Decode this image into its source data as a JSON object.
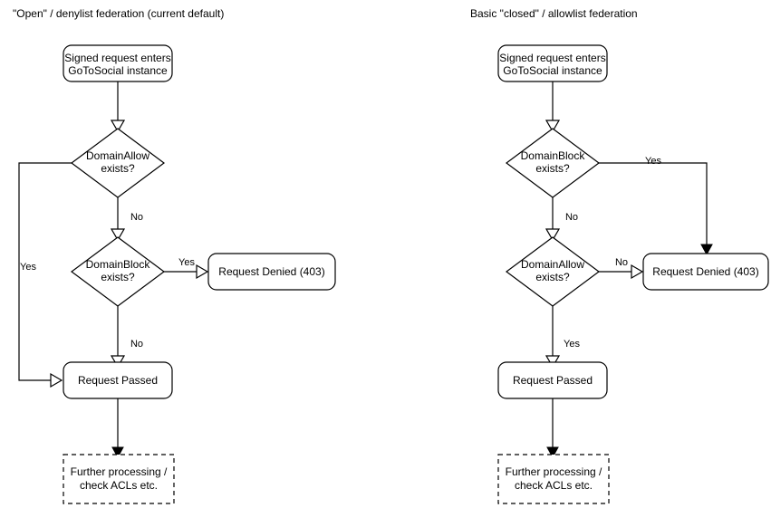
{
  "diagram": {
    "title_left": "\"Open\" / denylist federation (current default)",
    "title_right": "Basic \"closed\" / allowlist federation",
    "panels": [
      {
        "id": "denylist",
        "heading": "\"Open\" / denylist federation (current default)",
        "nodes": {
          "start_line1": "Signed request enters",
          "start_line2": "GoToSocial instance",
          "decision1_line1": "DomainAllow",
          "decision1_line2": "exists?",
          "decision2_line1": "DomainBlock",
          "decision2_line2": "exists?",
          "denied": "Request Denied (403)",
          "passed": "Request Passed",
          "further_line1": "Further processing /",
          "further_line2": "check ACLs etc."
        },
        "edge_labels": {
          "allow_yes": "Yes",
          "allow_no": "No",
          "block_yes": "Yes",
          "block_no": "No"
        }
      },
      {
        "id": "allowlist",
        "heading": "Basic \"closed\" / allowlist federation",
        "nodes": {
          "start_line1": "Signed request enters",
          "start_line2": "GoToSocial instance",
          "decision1_line1": "DomainBlock",
          "decision1_line2": "exists?",
          "decision2_line1": "DomainAllow",
          "decision2_line2": "exists?",
          "denied": "Request Denied (403)",
          "passed": "Request Passed",
          "further_line1": "Further processing /",
          "further_line2": "check ACLs etc."
        },
        "edge_labels": {
          "block_yes": "Yes",
          "block_no": "No",
          "allow_no": "No",
          "allow_yes": "Yes"
        }
      }
    ],
    "colors": {
      "stroke": "#000000",
      "fill": "#ffffff",
      "background": "#ffffff",
      "text": "#000000"
    }
  }
}
